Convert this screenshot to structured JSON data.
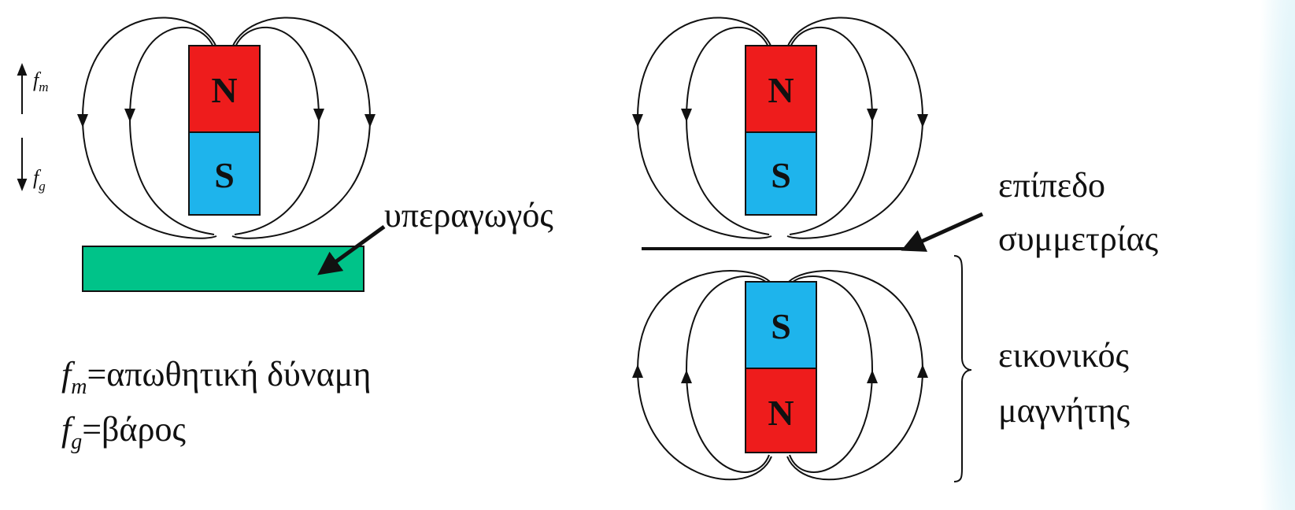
{
  "colors": {
    "north": "#ee1c1c",
    "south": "#1eb4ec",
    "superconductor": "#00c389",
    "stroke": "#111111",
    "background_accent": "#d9f1f7"
  },
  "left_magnet": {
    "north_label": "N",
    "south_label": "S"
  },
  "mirror_real_magnet": {
    "north_label": "N",
    "south_label": "S"
  },
  "mirror_image_magnet": {
    "top_label": "S",
    "bottom_label": "N"
  },
  "forces": {
    "fm_symbol": "f",
    "fm_sub": "m",
    "fg_symbol": "f",
    "fg_sub": "g"
  },
  "labels": {
    "superconductor": "υπεραγωγός",
    "symmetry_plane_line1": "επίπεδο",
    "symmetry_plane_line2": "συμμετρίας",
    "image_magnet_line1": "εικονικός",
    "image_magnet_line2": "μαγνήτης"
  },
  "legend": {
    "fm_symbol": "f",
    "fm_sub": "m",
    "fm_text": "=απωθητική δύναμη",
    "fg_symbol": "f",
    "fg_sub": "g",
    "fg_text": "=βάρος"
  }
}
